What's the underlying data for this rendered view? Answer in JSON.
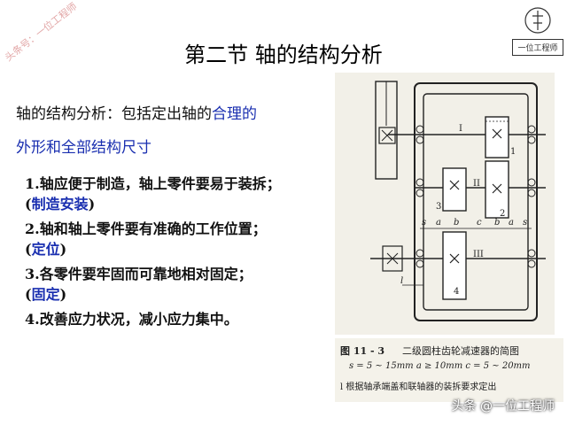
{
  "watermark": "头条号：一位工程师",
  "logo": {
    "text": "一位工程师"
  },
  "title": "第二节 轴的结构分析",
  "intro": {
    "part1": "轴的结构分析：包括定出轴的",
    "highlight1": "合理的",
    "highlight2": "外形和全部结构尺寸"
  },
  "points": [
    {
      "main": "1.轴应便于制造，轴上零件要易于装拆；",
      "sub_open": "(",
      "sub": "制造安装",
      "sub_close": ")"
    },
    {
      "main": "2.轴和轴上零件要有准确的工作位置；",
      "sub_open": "(",
      "sub": "定位",
      "sub_close": ")"
    },
    {
      "main": "3.各零件要牢固而可靠地相对固定；",
      "sub_open": "(",
      "sub": "固定",
      "sub_close": ")"
    },
    {
      "main": "4.改善应力状况，减小应力集中。"
    }
  ],
  "diagram": {
    "shaft_labels": [
      "I",
      "II",
      "III"
    ],
    "gear_labels": [
      "1",
      "2",
      "3",
      "4"
    ],
    "dim_labels": [
      "s",
      "a",
      "b",
      "c",
      "b",
      "a",
      "s",
      "l"
    ]
  },
  "caption": {
    "fig_no": "图 11 - 3",
    "fig_title": "二级圆柱齿轮减速器的简图",
    "line2": "s = 5 ~ 15mm    a ≥ 10mm    c = 5 ~ 20mm",
    "line3": "l 根据轴承端盖和联轴器的装拆要求定出"
  },
  "footer": "头条 @一位工程师"
}
